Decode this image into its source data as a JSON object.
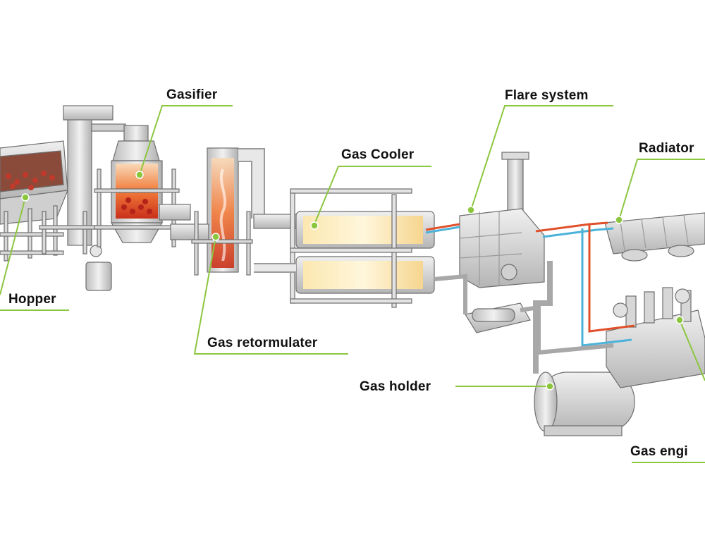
{
  "diagram": {
    "labels": {
      "hopper": "Hopper",
      "gasifier": "Gasifier",
      "gas_retormulater": "Gas retormulater",
      "gas_cooler": "Gas Cooler",
      "flare_system": "Flare system",
      "radiator": "Radiator",
      "gas_holder": "Gas holder",
      "gas_engine": "Gas engi"
    },
    "colors": {
      "leader_line": "#8cc63f",
      "equipment_fill": "#d9d9d9",
      "equipment_stroke": "#6e6e6e",
      "hot_gas": "#f26b2a",
      "cool_pipe": "#4bb3d9",
      "hot_pipe": "#e0502a"
    }
  }
}
